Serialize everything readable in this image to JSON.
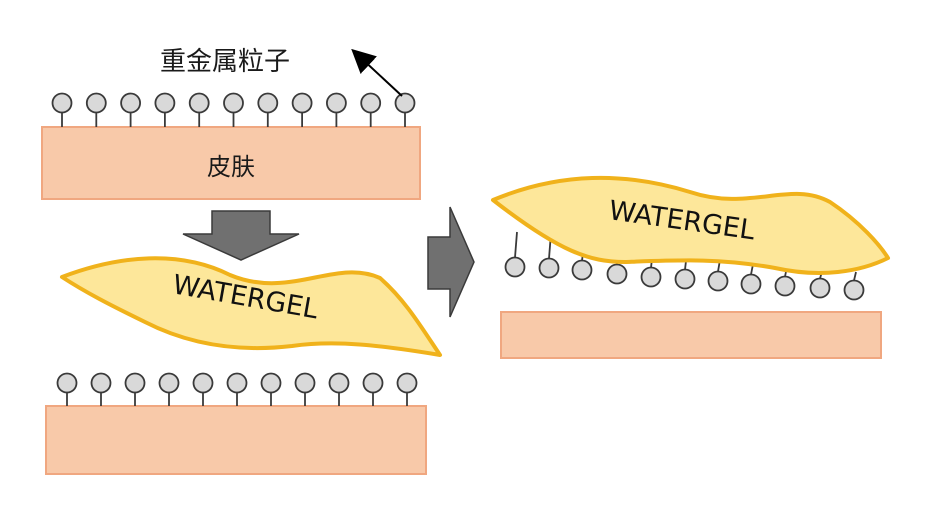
{
  "labels": {
    "heavy_metal": "重金属粒子",
    "skin": "皮肤",
    "gel_left": "WATERGEL",
    "gel_right": "WATERGEL"
  },
  "colors": {
    "skin_fill": "#F8C9A9",
    "skin_stroke": "#F0A780",
    "gel_fill": "#FDE79A",
    "gel_stroke": "#F0B21B",
    "particle_fill": "#D9D9D9",
    "particle_stroke": "#3A3A3A",
    "arrow_fill": "#707070",
    "arrow_stroke": "#3A3A3A",
    "pointer_arrow": "#000000"
  },
  "icons": {
    "down_arrow": "block-arrow-down-icon",
    "right_arrow": "block-arrow-right-icon",
    "pointer": "pointer-arrow-icon"
  }
}
